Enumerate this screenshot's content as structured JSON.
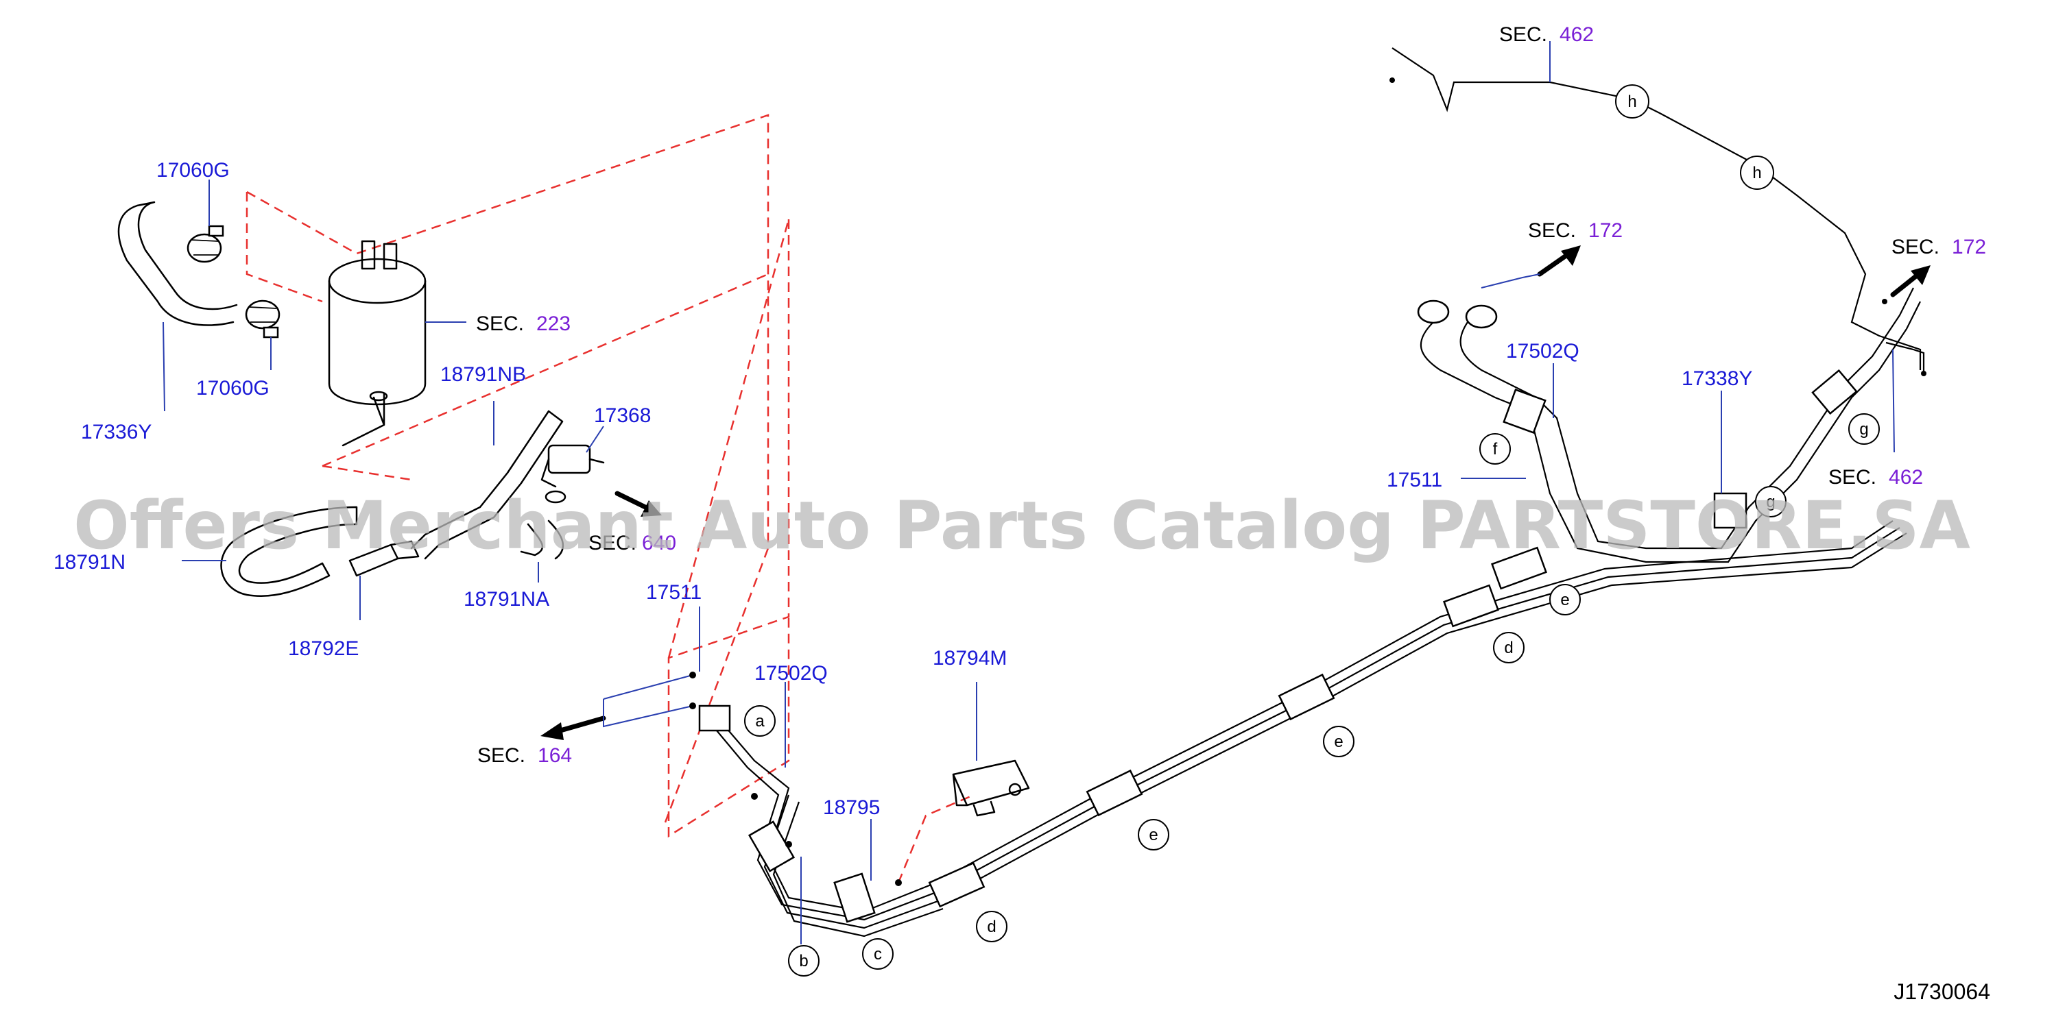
{
  "diagram": {
    "code": "J1730064",
    "watermark": "Offers Merchant Auto Parts Catalog PARTSTORE.SA",
    "colors": {
      "part_number": "#1a1ad6",
      "section_number": "#7a1fd6",
      "dashed_outline": "#e8302e",
      "leader": "#2a3fb0"
    },
    "part_labels": {
      "p17060G_top": "17060G",
      "p17060G_bottom": "17060G",
      "p17336Y": "17336Y",
      "p18791NB": "18791NB",
      "p17368": "17368",
      "p18791N": "18791N",
      "p18791NA": "18791NA",
      "p18792E": "18792E",
      "p17511_left": "17511",
      "p17502Q_left": "17502Q",
      "p18794M": "18794M",
      "p18795": "18795",
      "p17502Q_right": "17502Q",
      "p17511_right": "17511",
      "p17338Y": "17338Y"
    },
    "section_refs": {
      "sec223": {
        "prefix": "SEC.",
        "number": "223"
      },
      "sec640": {
        "prefix": "SEC.",
        "number": "640"
      },
      "sec164": {
        "prefix": "SEC.",
        "number": "164"
      },
      "sec462_top": {
        "prefix": "SEC.",
        "number": "462"
      },
      "sec172_a": {
        "prefix": "SEC.",
        "number": "172"
      },
      "sec172_b": {
        "prefix": "SEC.",
        "number": "172"
      },
      "sec462_right": {
        "prefix": "SEC.",
        "number": "462"
      }
    },
    "ref_letters": {
      "a": "a",
      "b": "b",
      "c": "c",
      "d1": "d",
      "e1": "e",
      "e2": "e",
      "d2": "d",
      "e3": "e",
      "f": "f",
      "g": "g",
      "g2": "g",
      "h1": "h",
      "h2": "h"
    }
  }
}
